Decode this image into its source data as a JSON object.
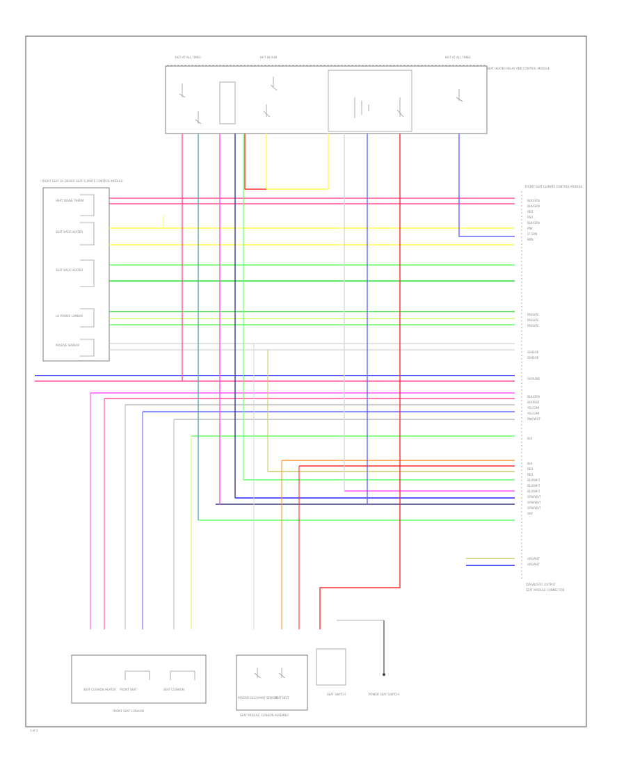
{
  "diagram": {
    "page_number": "1 of 2",
    "colors": {
      "pink": "#ff4f9a",
      "red": "#ff2b2b",
      "magenta": "#ff55ff",
      "yellow": "#ffff55",
      "yellow_green": "#ccff66",
      "light_green": "#66ff66",
      "green": "#33dd33",
      "blue": "#2222ff",
      "slate": "#6666ff",
      "navy": "#3a3a8a",
      "orange": "#ff9933",
      "grey": "#bbbbbb",
      "light_grey": "#d8d8d8",
      "olive": "#cccc66",
      "brown": "#aa7755",
      "teal": "#55aaaa"
    },
    "modules": {
      "left_module_title": "FRONT SEAT LH DRIVER SEAT CLIMATE CONTROL MODULE",
      "right_module_title": "FRONT SEAT CLIMATE CONTROL MODULE",
      "top_relay_box_title": "SEAT HEATER RELAY AND CONTROL MODULE",
      "bottom_right_ref": "DIAGNOSTIC OUTPUT",
      "bottom_right_lower": "SEAT MODULE CONNECTOR",
      "bottom_left_group": "FRONT SEAT CUSHION",
      "bottom_center_group": "SEAT MODULE CUSHION ASSEMBLY"
    },
    "left_module_components": [
      "HEAT SENSE THERM",
      "SEAT BACK HEATER",
      "SEAT BACK HEATER",
      "LH POWER LUMBAR",
      "PASSIVE SENSOR"
    ],
    "bottom_components": [
      "SEAT CUSHION HEATER",
      "FRONT SEAT",
      "SEAT CUSHION",
      "PASSIVE OCCUPANT SENSOR",
      "SEAT BELT",
      "SEAT SWITCH",
      "POWER SEAT SWITCH"
    ],
    "right_labels": [
      "BLK/GRN",
      "BLK/GRN",
      "RED",
      "RED",
      "BLK/GRN",
      "PNK",
      "LT GRN",
      "BRN",
      "PASSIVE",
      "PASSIVE",
      "PASSIVE",
      "SENSOR",
      "SENSOR",
      "GROUND",
      "BLK/GRN",
      "BLK/RED",
      "YEL/GRN",
      "YEL/GRN",
      "PNK/WHT",
      "BLK",
      "BLK",
      "RED",
      "RED",
      "BLU/WHT",
      "BLU/WHT",
      "BLU/WHT",
      "GRN/WHT",
      "GRN/WHT",
      "GRN/WHT",
      "GRY",
      "VIO/WHT",
      "VIO/WHT"
    ],
    "top_labels": [
      "HOT AT ALL TIMES",
      "HOT IN RUN",
      "HOT AT ALL TIMES"
    ]
  }
}
